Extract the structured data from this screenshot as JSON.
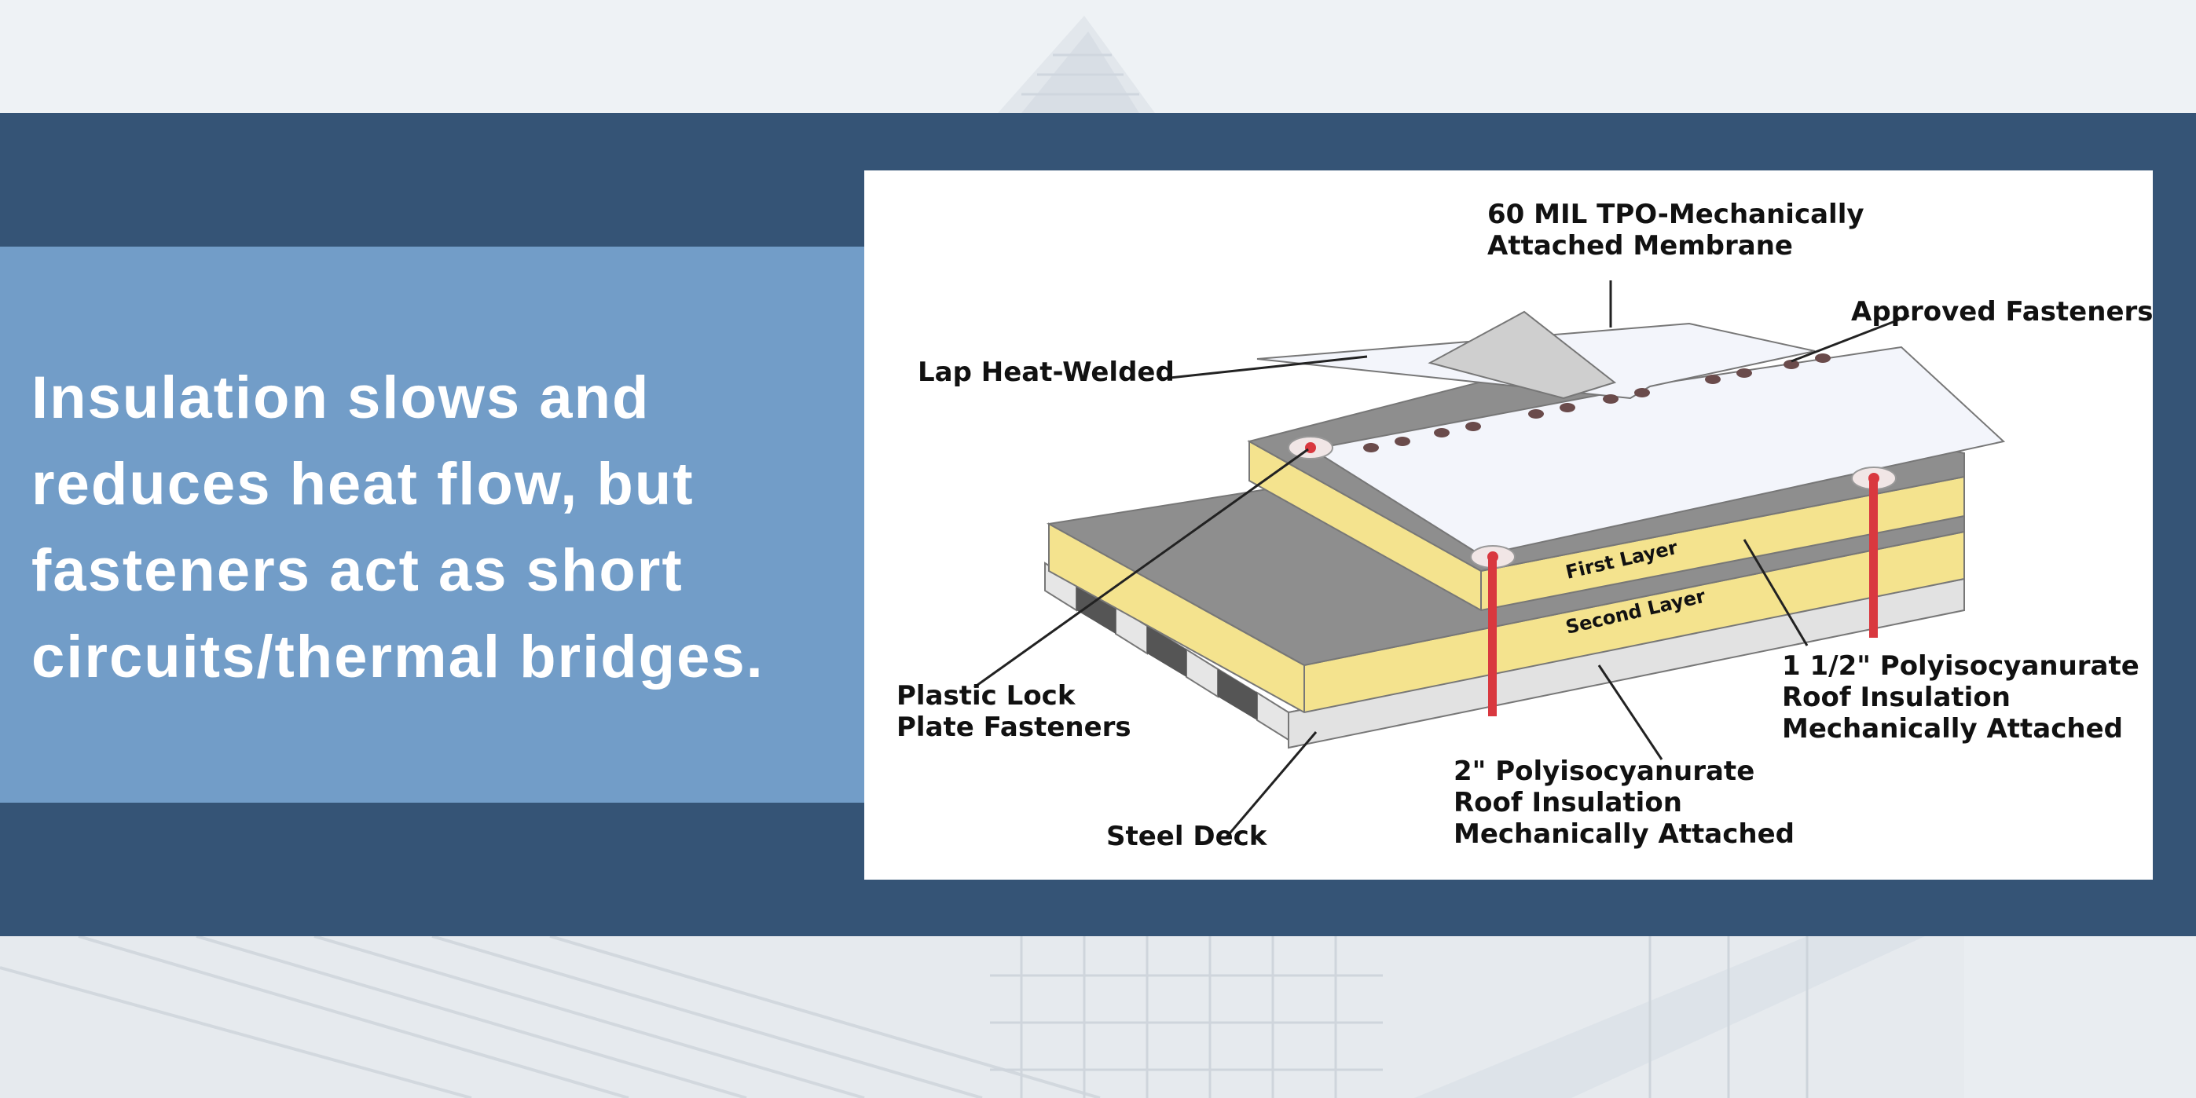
{
  "headline": {
    "lines": [
      "Insulation slows and",
      "reduces heat flow, but",
      "fasteners act as short",
      "circuits/thermal bridges."
    ]
  },
  "diagram": {
    "labels": {
      "membrane_line1": "60 MIL TPO-Mechanically",
      "membrane_line2": "Attached Membrane",
      "approved_fasteners": "Approved Fasteners",
      "lap_heat_welded": "Lap Heat-Welded",
      "first_layer": "First Layer",
      "second_layer": "Second Layer",
      "polyiso_15_line1": "1 1/2\" Polyisocyanurate",
      "polyiso_15_line2": "Roof Insulation",
      "polyiso_15_line3": "Mechanically Attached",
      "plastic_lock_line1": "Plastic Lock",
      "plastic_lock_line2": "Plate Fasteners",
      "polyiso_2_line1": "2\" Polyisocyanurate",
      "polyiso_2_line2": "Roof Insulation",
      "polyiso_2_line3": "Mechanically Attached",
      "steel_deck": "Steel Deck"
    },
    "colors": {
      "insulation": "#f4e38e",
      "insulation_top": "#8e8e8e",
      "membrane": "#f3f5fb",
      "deck": "#dcdcdc",
      "fastener": "#d9383f"
    }
  },
  "colors": {
    "band": "#355476",
    "panel": "#729dc8",
    "headline_text": "#ffffff"
  }
}
